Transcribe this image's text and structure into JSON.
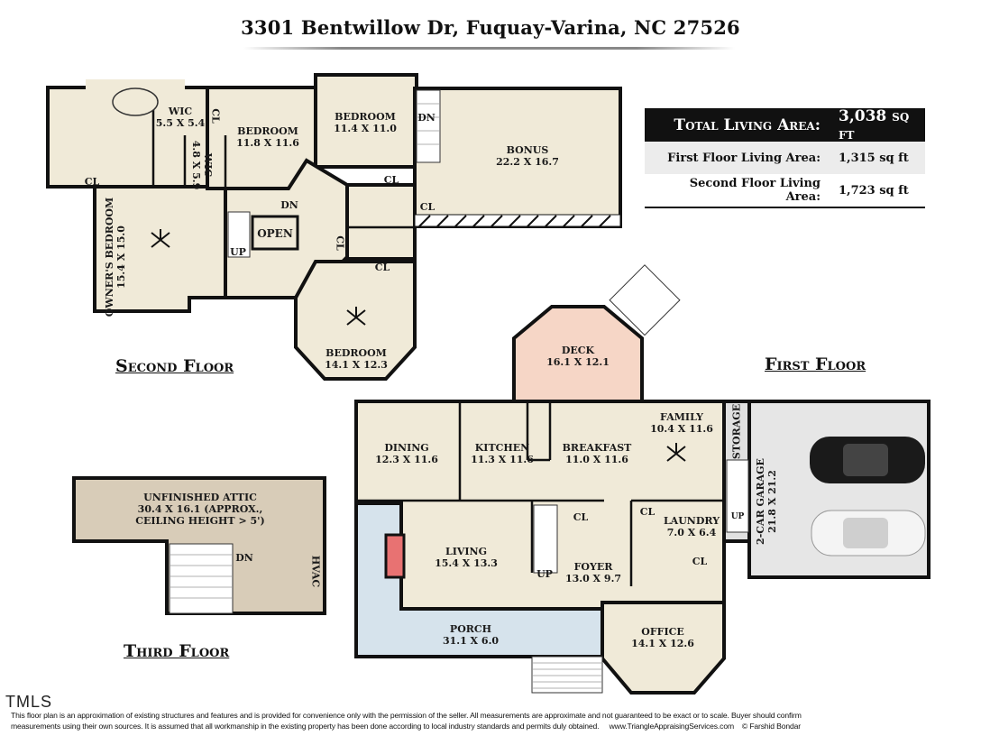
{
  "title": "3301 Bentwillow Dr, Fuquay-Varina, NC 27526",
  "area_table": {
    "rows": [
      {
        "label": "Total Living Area:",
        "value": "3,038 sq ft"
      },
      {
        "label": "First Floor Living Area:",
        "value": "1,315 sq ft"
      },
      {
        "label": "Second Floor Living Area:",
        "value": "1,723 sq ft"
      }
    ]
  },
  "floors": {
    "second": {
      "title": "Second Floor",
      "rooms": [
        {
          "name": "WIC",
          "dims": "5.5 X 5.4"
        },
        {
          "name": "WIC",
          "dims": "4.8 X 5.9"
        },
        {
          "name": "BEDROOM",
          "dims": "11.8 X 11.6"
        },
        {
          "name": "BEDROOM",
          "dims": "11.4 X 11.0"
        },
        {
          "name": "BONUS",
          "dims": "22.2 X 16.7"
        },
        {
          "name": "OWNER'S BEDROOM",
          "dims": "15.4 X 15.0"
        },
        {
          "name": "BEDROOM",
          "dims": "14.1 X 12.3"
        }
      ],
      "marks": {
        "cl": "CL",
        "dn": "DN",
        "up": "UP",
        "open": "OPEN"
      }
    },
    "first": {
      "title": "First Floor",
      "rooms": [
        {
          "name": "DECK",
          "dims": "16.1 X 12.1"
        },
        {
          "name": "DINING",
          "dims": "12.3 X 11.6"
        },
        {
          "name": "KITCHEN",
          "dims": "11.3 X 11.6"
        },
        {
          "name": "BREAKFAST",
          "dims": "11.0 X 11.6"
        },
        {
          "name": "FAMILY",
          "dims": "10.4 X 11.6"
        },
        {
          "name": "STORAGE",
          "dims": ""
        },
        {
          "name": "2-CAR GARAGE",
          "dims": "21.8 X 21.2"
        },
        {
          "name": "LAUNDRY",
          "dims": "7.0 X 6.4"
        },
        {
          "name": "LIVING",
          "dims": "15.4 X 13.3"
        },
        {
          "name": "FOYER",
          "dims": "13.0 X 9.7"
        },
        {
          "name": "PORCH",
          "dims": "31.1 X 6.0"
        },
        {
          "name": "OFFICE",
          "dims": "14.1 X 12.6"
        }
      ],
      "marks": {
        "cl": "CL",
        "up": "UP"
      }
    },
    "third": {
      "title": "Third Floor",
      "rooms": [
        {
          "name": "UNFINISHED ATTIC",
          "dims": "30.4 X 16.1 (APPROX.,",
          "note": "CEILING HEIGHT > 5')"
        }
      ],
      "marks": {
        "dn": "DN",
        "hvac": "HVAC"
      }
    }
  },
  "mls_logo": "TMLS",
  "disclaimer": {
    "line1": "This floor plan is an approximation of existing structures and features and is provided for convenience only with the permission of the seller.  All measurements are approximate and not guaranteed to be exact or to scale.  Buyer should confirm",
    "line2": "measurements using their own sources.  It is assumed that all workmanship in the existing property has been done according to local industry standards and permits duly obtained.",
    "website": "www.TriangleAppraisingServices.com",
    "copyright": "© Farshid Bondar"
  },
  "colors": {
    "room": "#f0ead8",
    "porch": "#d6e3ec",
    "deck": "#f6d6c6",
    "garage": "#e6e6e6",
    "attic": "#d8ccb8",
    "fireplace": "#e87272",
    "wall": "#111111"
  }
}
